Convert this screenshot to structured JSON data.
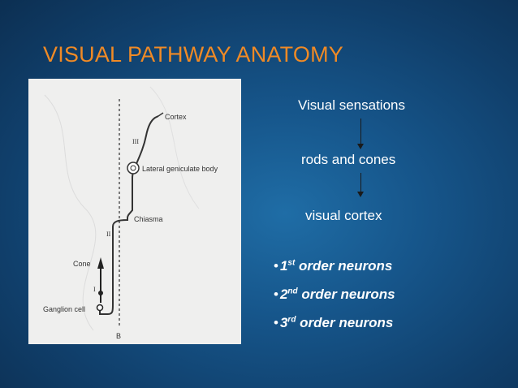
{
  "title": "VISUAL PATHWAY ANATOMY",
  "flow": {
    "step1": "Visual sensations",
    "step2": "rods and cones",
    "step3": "visual cortex"
  },
  "bullets": [
    {
      "num": "1",
      "sup": "st",
      "text": " order neurons"
    },
    {
      "num": "2",
      "sup": "nd",
      "text": " order neurons"
    },
    {
      "num": "3",
      "sup": "rd",
      "text": " order neurons"
    }
  ],
  "figure": {
    "labels": {
      "cortex": "Cortex",
      "lgb": "Lateral geniculate body",
      "chiasma": "Chiasma",
      "cone": "Cone",
      "ganglion": "Ganglion cell",
      "b": "B",
      "num1": "I",
      "num2": "II",
      "num3": "III"
    }
  },
  "colors": {
    "title": "#f08a25",
    "background": "#16558a",
    "figure_bg": "#efefee"
  }
}
